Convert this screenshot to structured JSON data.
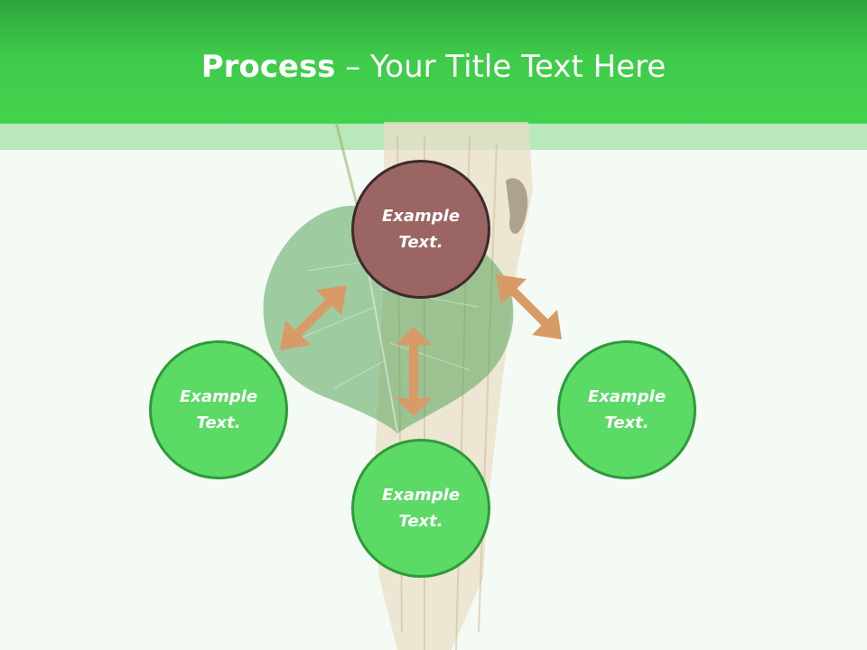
{
  "header": {
    "title_bold": "Process",
    "title_rest": " – Your Title Text Here"
  },
  "nodes": {
    "top": "Example Text.",
    "left": "Example Text.",
    "right": "Example Text.",
    "bottom": "Example Text."
  },
  "colors": {
    "header_green": "#43d24e",
    "node_green": "#5bdb66",
    "node_highlight": "#9a6563",
    "arrow": "#d89a66"
  }
}
